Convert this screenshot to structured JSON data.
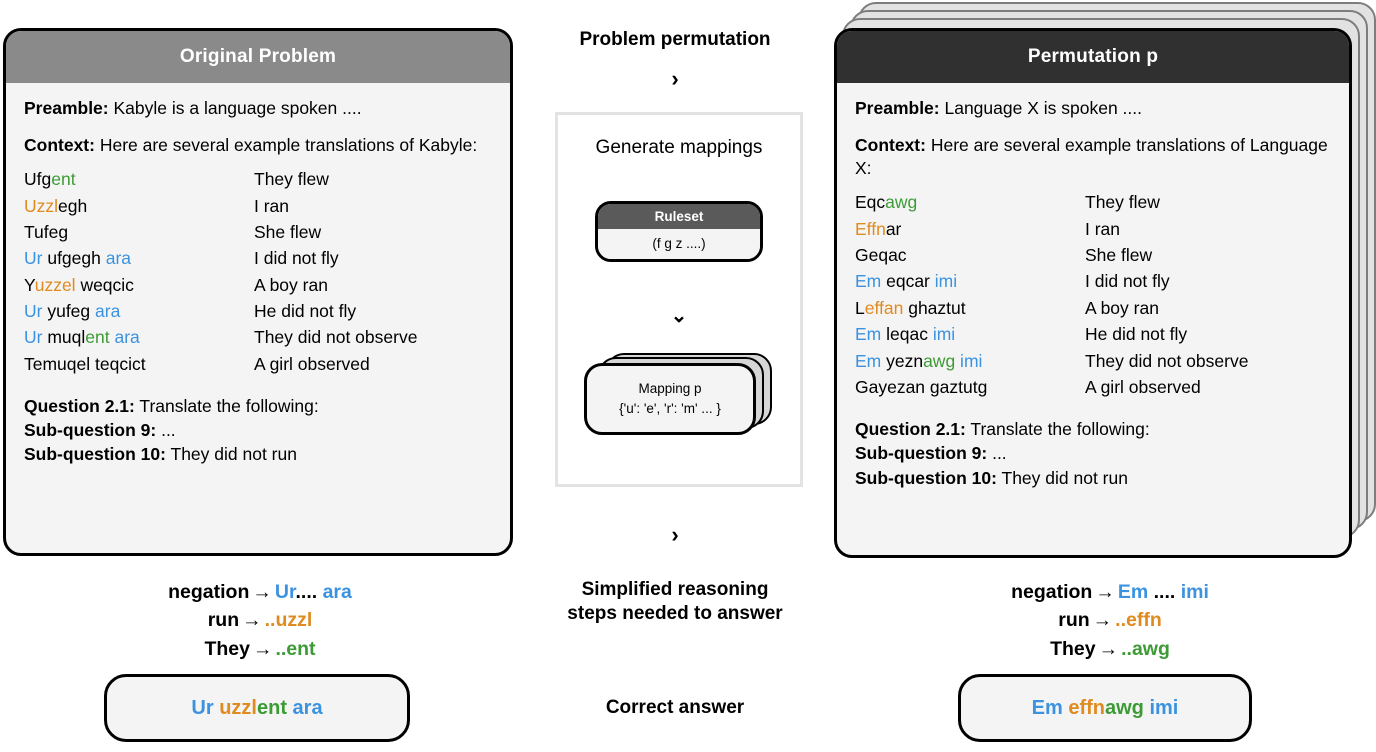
{
  "left_panel": {
    "title": "Original Problem",
    "header_color": "#8a8a8a",
    "preamble_label": "Preamble:",
    "preamble_text": " Kabyle is a language spoken ....",
    "context_label": "Context:",
    "context_text": " Here are several example translations of Kabyle:",
    "translations": [
      {
        "src": [
          {
            "t": "Ufg",
            "c": "black"
          },
          {
            "t": "ent",
            "c": "green"
          }
        ],
        "tgt": "They flew"
      },
      {
        "src": [
          {
            "t": "Uzzl",
            "c": "orange"
          },
          {
            "t": "egh",
            "c": "black"
          }
        ],
        "tgt": "I ran"
      },
      {
        "src": [
          {
            "t": "Tufeg",
            "c": "black"
          }
        ],
        "tgt": "She flew"
      },
      {
        "src": [
          {
            "t": "Ur",
            "c": "blue"
          },
          {
            "t": " ufgegh ",
            "c": "black"
          },
          {
            "t": "ara",
            "c": "blue"
          }
        ],
        "tgt": "I did not fly"
      },
      {
        "src": [
          {
            "t": "Y",
            "c": "black"
          },
          {
            "t": "uzzel",
            "c": "orange"
          },
          {
            "t": " weqcic",
            "c": "black"
          }
        ],
        "tgt": "A boy ran"
      },
      {
        "src": [
          {
            "t": "Ur",
            "c": "blue"
          },
          {
            "t": " yufeg ",
            "c": "black"
          },
          {
            "t": "ara",
            "c": "blue"
          }
        ],
        "tgt": "He did not fly"
      },
      {
        "src": [
          {
            "t": "Ur",
            "c": "blue"
          },
          {
            "t": " muql",
            "c": "black"
          },
          {
            "t": "ent",
            "c": "green"
          },
          {
            "t": " ara",
            "c": "blue"
          }
        ],
        "tgt": "They did not observe"
      },
      {
        "src": [
          {
            "t": "Temuqel teqcict",
            "c": "black"
          }
        ],
        "tgt": "A girl observed"
      }
    ],
    "question_label": "Question 2.1:",
    "question_text": " Translate the following:",
    "sub9_label": "Sub-question 9:",
    "sub9_text": " ...",
    "sub10_label": "Sub-question 10:",
    "sub10_text": " They did not run"
  },
  "right_panel": {
    "title": "Permutation p",
    "header_color": "#303030",
    "preamble_label": "Preamble:",
    "preamble_text": " Language X is spoken ....",
    "context_label": "Context:",
    "context_text": " Here are several example translations of Language X:",
    "translations": [
      {
        "src": [
          {
            "t": "Eqc",
            "c": "black"
          },
          {
            "t": "awg",
            "c": "green"
          }
        ],
        "tgt": "They flew"
      },
      {
        "src": [
          {
            "t": "Effn",
            "c": "orange"
          },
          {
            "t": "ar",
            "c": "black"
          }
        ],
        "tgt": "I ran"
      },
      {
        "src": [
          {
            "t": "Geqac",
            "c": "black"
          }
        ],
        "tgt": "She flew"
      },
      {
        "src": [
          {
            "t": "Em",
            "c": "blue"
          },
          {
            "t": " eqcar ",
            "c": "black"
          },
          {
            "t": "imi",
            "c": "blue"
          }
        ],
        "tgt": "I did not fly"
      },
      {
        "src": [
          {
            "t": "L",
            "c": "black"
          },
          {
            "t": "effan",
            "c": "orange"
          },
          {
            "t": " ghaztut",
            "c": "black"
          }
        ],
        "tgt": "A boy ran"
      },
      {
        "src": [
          {
            "t": "Em",
            "c": "blue"
          },
          {
            "t": " leqac ",
            "c": "black"
          },
          {
            "t": "imi",
            "c": "blue"
          }
        ],
        "tgt": "He did not fly"
      },
      {
        "src": [
          {
            "t": "Em",
            "c": "blue"
          },
          {
            "t": " yezn",
            "c": "black"
          },
          {
            "t": "awg",
            "c": "green"
          },
          {
            "t": " imi",
            "c": "blue"
          }
        ],
        "tgt": "They did not observe"
      },
      {
        "src": [
          {
            "t": "Gayezan gaztutg",
            "c": "black"
          }
        ],
        "tgt": "A girl observed"
      }
    ],
    "question_label": "Question 2.1:",
    "question_text": " Translate the following:",
    "sub9_label": "Sub-question 9:",
    "sub9_text": " ...",
    "sub10_label": "Sub-question 10:",
    "sub10_text": " They did not run"
  },
  "middle": {
    "label_permutation": "Problem permutation",
    "label_reasoning_line1": "Simplified reasoning",
    "label_reasoning_line2": "steps needed to answer",
    "label_answer": "Correct answer",
    "chevron_right": "›",
    "chevron_down": "⌄",
    "panel_title": "Generate mappings",
    "ruleset_title": "Ruleset",
    "ruleset_body": "(f g z ....)",
    "mapping_title": "Mapping p",
    "mapping_body": "{'u': 'e', 'r': 'm' ... }"
  },
  "steps_left": [
    {
      "label": "negation",
      "arrow": "→",
      "value": [
        {
          "t": "Ur",
          "c": "blue"
        },
        {
          "t": "....",
          "c": "black"
        },
        {
          "t": " ara",
          "c": "blue"
        }
      ]
    },
    {
      "label": "run",
      "arrow": "→",
      "value": [
        {
          "t": "..",
          "c": "orange"
        },
        {
          "t": "uzzl",
          "c": "orange"
        }
      ]
    },
    {
      "label": "They",
      "arrow": "→",
      "value": [
        {
          "t": "..",
          "c": "green"
        },
        {
          "t": "ent",
          "c": "green"
        }
      ]
    }
  ],
  "steps_right": [
    {
      "label": "negation",
      "arrow": "→",
      "value": [
        {
          "t": "Em",
          "c": "blue"
        },
        {
          "t": " ....",
          "c": "black"
        },
        {
          "t": " imi",
          "c": "blue"
        }
      ]
    },
    {
      "label": "run",
      "arrow": "→",
      "value": [
        {
          "t": "..",
          "c": "orange"
        },
        {
          "t": "effn",
          "c": "orange"
        }
      ]
    },
    {
      "label": "They",
      "arrow": "→",
      "value": [
        {
          "t": "..",
          "c": "green"
        },
        {
          "t": "awg",
          "c": "green"
        }
      ]
    }
  ],
  "answer_left": [
    {
      "t": "Ur ",
      "c": "blue"
    },
    {
      "t": "uzzl",
      "c": "orange"
    },
    {
      "t": "ent",
      "c": "green"
    },
    {
      "t": " ara",
      "c": "blue"
    }
  ],
  "answer_right": [
    {
      "t": "Em ",
      "c": "blue"
    },
    {
      "t": "effn",
      "c": "orange"
    },
    {
      "t": "awg",
      "c": "green"
    },
    {
      "t": " imi",
      "c": "blue"
    }
  ],
  "colors": {
    "green": "#3d9b35",
    "orange": "#e08b20",
    "blue": "#3b93e0",
    "black": "#000000",
    "card_bg": "#f4f4f4",
    "left_header": "#8a8a8a",
    "right_header": "#303030",
    "ruleset_header": "#5a5a5a"
  }
}
